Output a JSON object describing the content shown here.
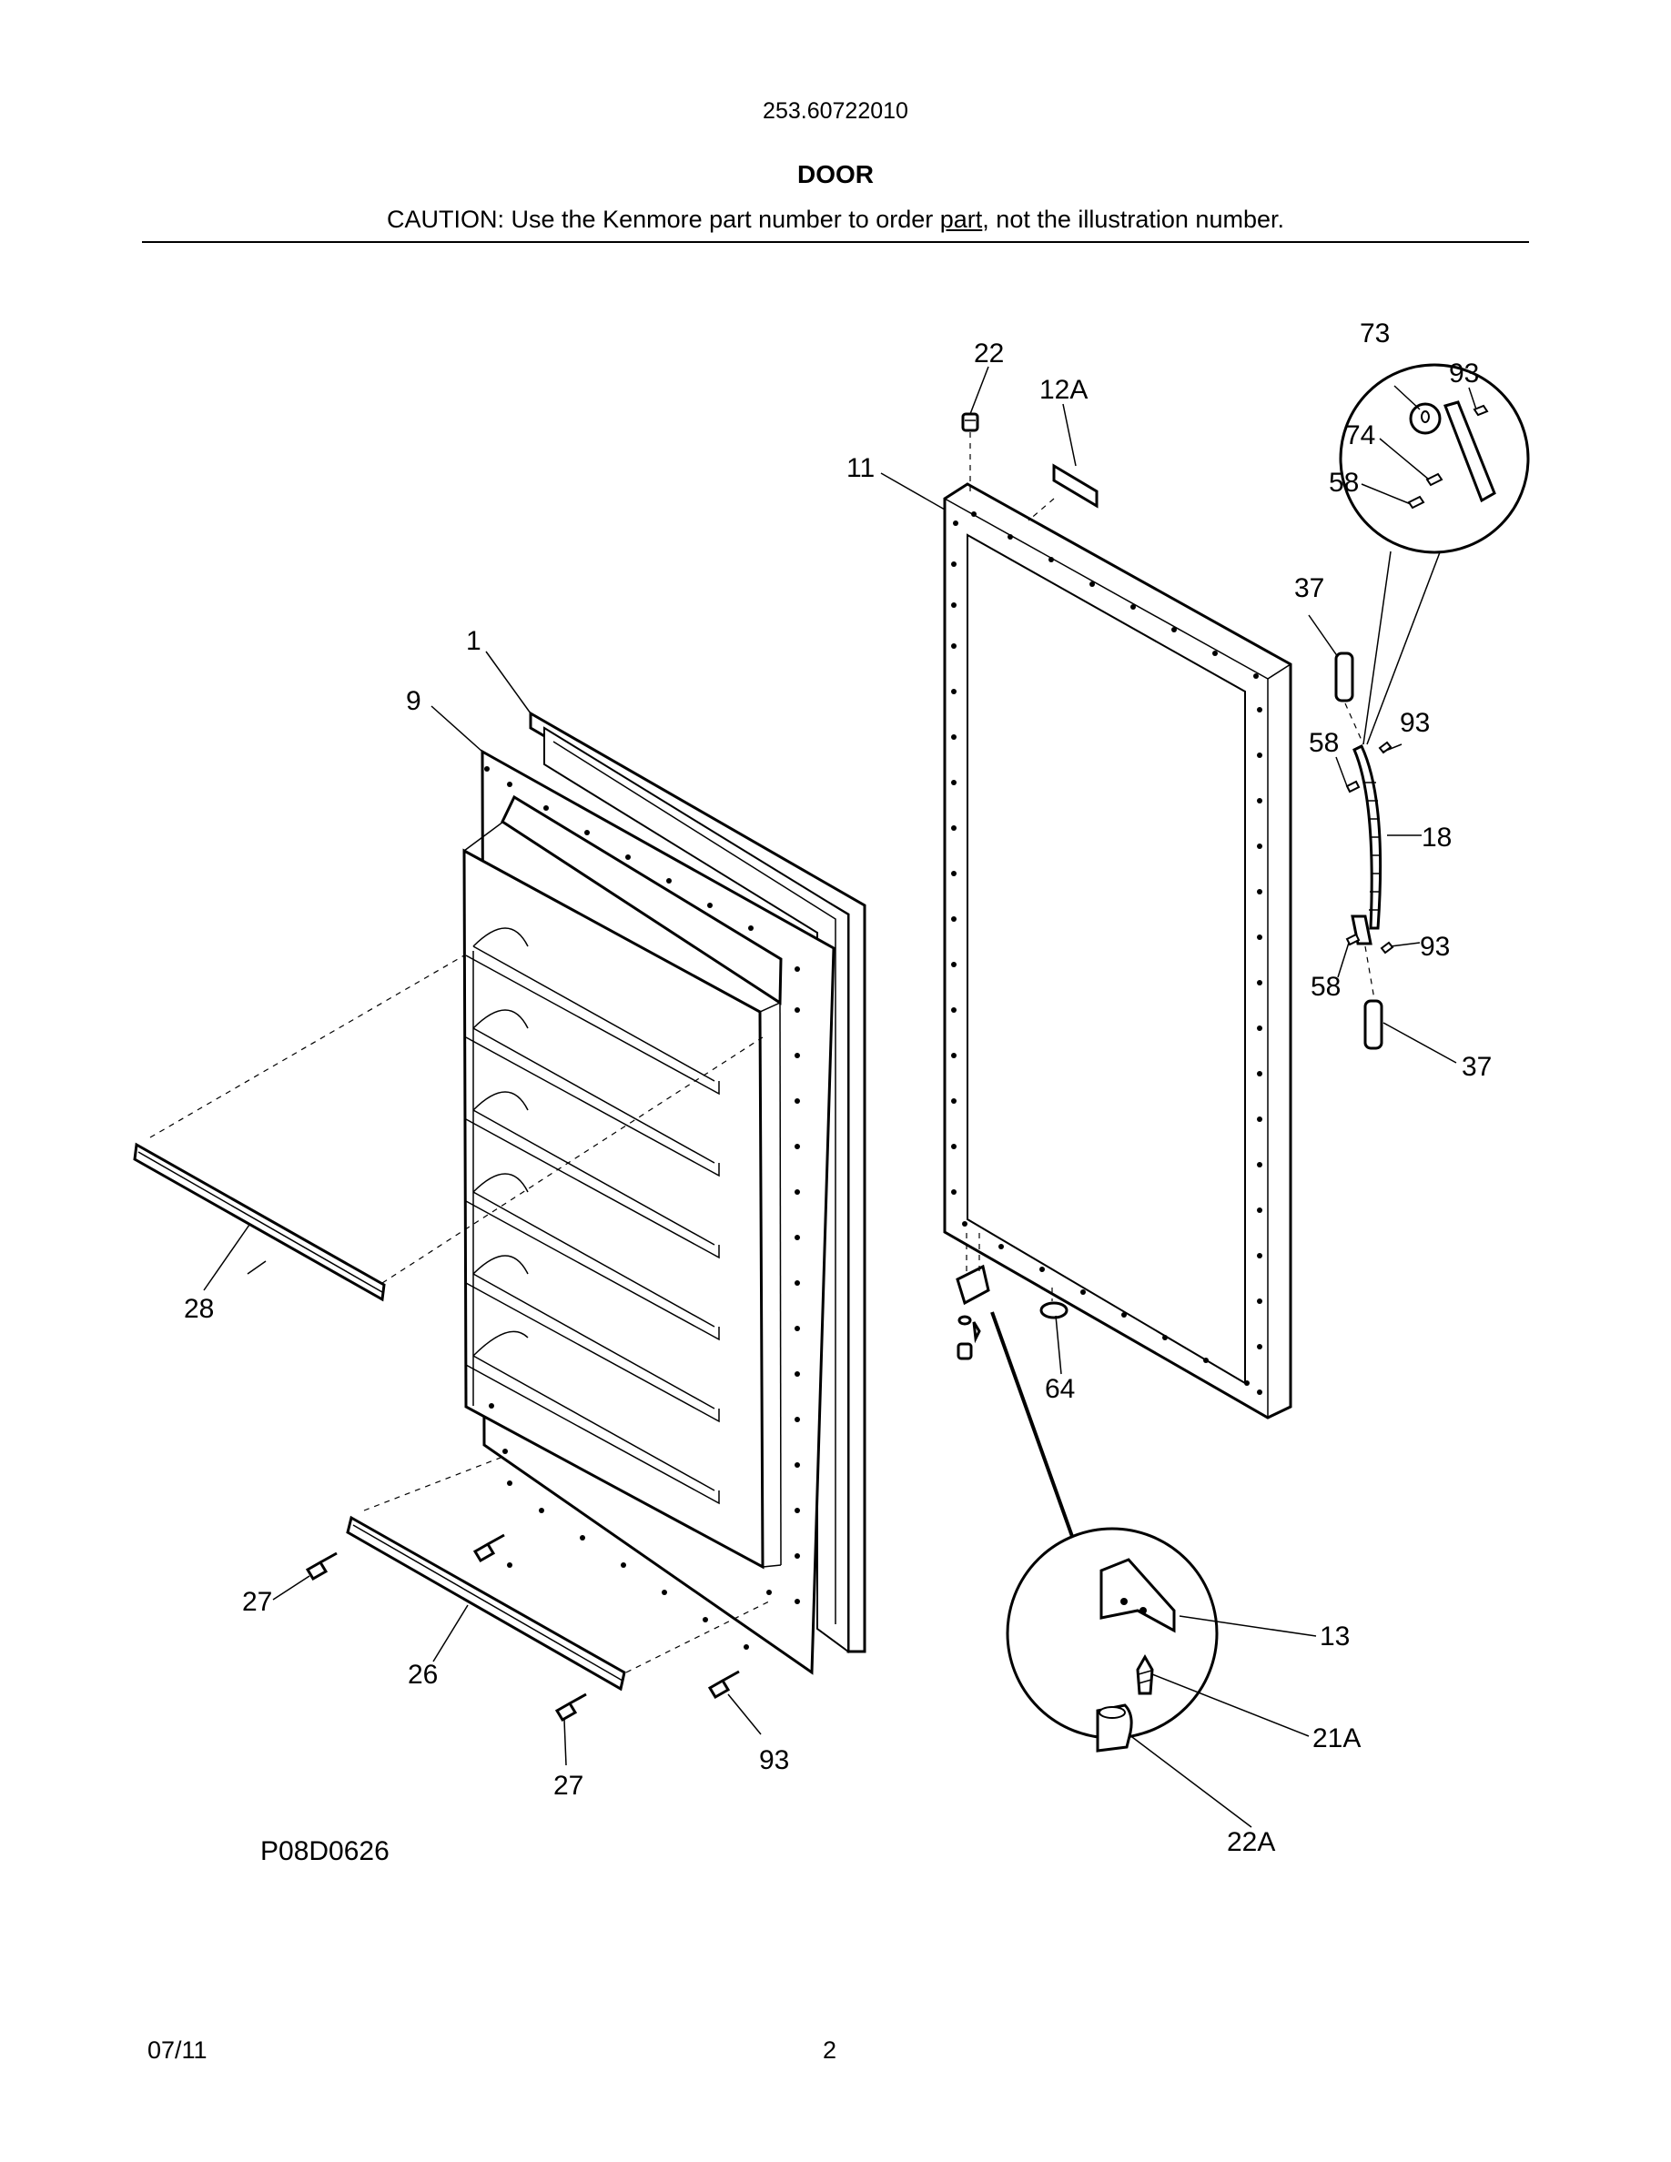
{
  "header": {
    "model_number": "253.60722010",
    "section_title": "DOOR",
    "caution_before": "CAUTION: Use the Kenmore part number to order ",
    "caution_link": "part",
    "caution_after": ", not the illustration number."
  },
  "diagram": {
    "drawing_id": "P08D0626",
    "callouts": {
      "c1": "1",
      "c9": "9",
      "c11": "11",
      "c12a": "12A",
      "c13": "13",
      "c18": "18",
      "c21a": "21A",
      "c22": "22",
      "c22a": "22A",
      "c26": "26",
      "c27a": "27",
      "c27b": "27",
      "c28": "28",
      "c37a": "37",
      "c37b": "37",
      "c58a": "58",
      "c58b": "58",
      "c58c": "58",
      "c64": "64",
      "c73": "73",
      "c74": "74",
      "c93a": "93",
      "c93b": "93",
      "c93c": "93",
      "c93d": "93"
    }
  },
  "footer": {
    "date": "07/11",
    "page_number": "2"
  }
}
